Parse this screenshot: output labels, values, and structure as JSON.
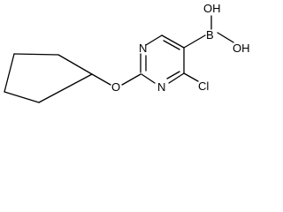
{
  "molecule": {
    "atoms": {
      "n_top": "N",
      "n_bottom": "N",
      "o_ether": "O",
      "cl": "Cl",
      "b": "B",
      "oh_top": "OH",
      "oh_right": "OH"
    }
  }
}
